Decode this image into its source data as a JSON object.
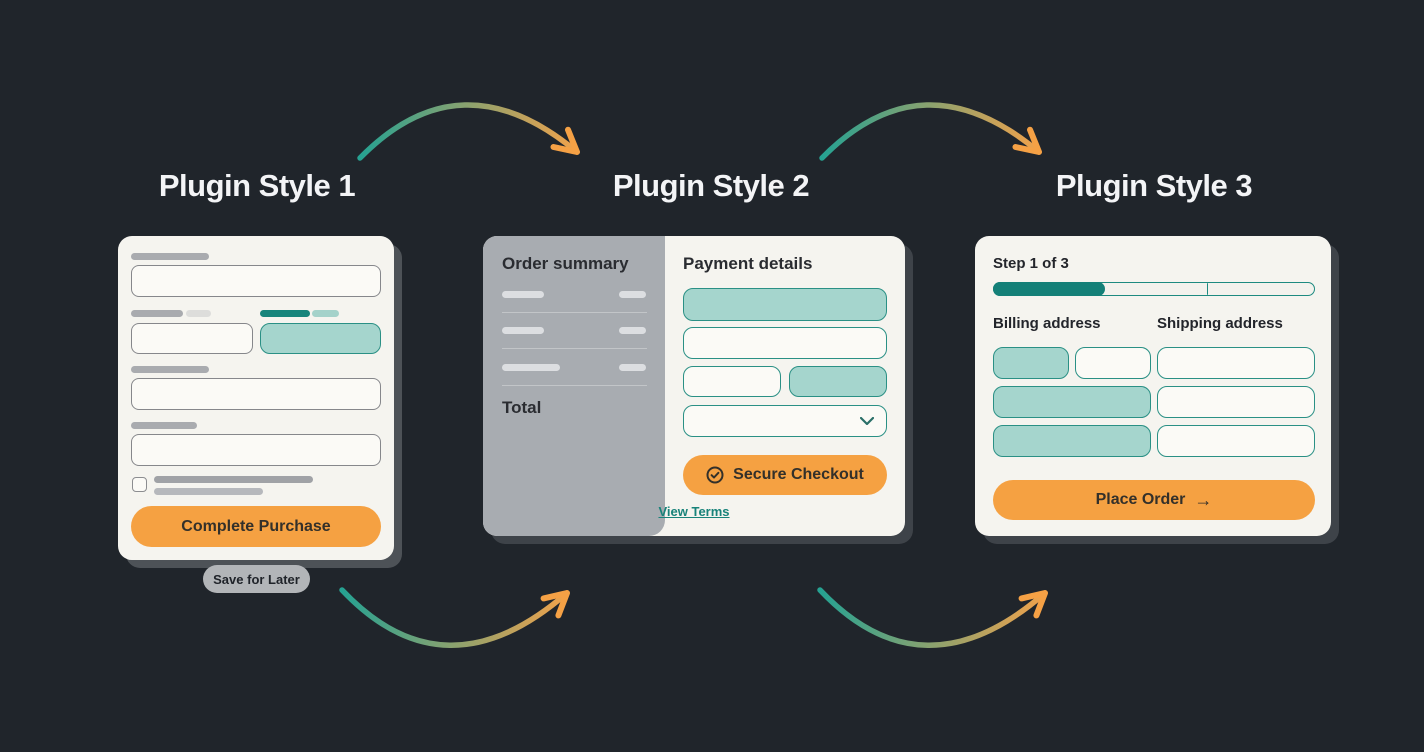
{
  "colors": {
    "background": "#20252b",
    "card_background": "#f5f4ef",
    "panel_gray": "#a8acb1",
    "accent_teal_dark": "#17857c",
    "accent_teal_fill": "#a5d5cd",
    "accent_orange": "#f5a142",
    "link_teal": "#18837a",
    "title_text": "#f3f4f6"
  },
  "titles": {
    "style1": "Plugin Style 1",
    "style2": "Plugin Style 2",
    "style3": "Plugin Style 3"
  },
  "card1": {
    "button_label": "Complete Purchase",
    "save_label": "Save for Later"
  },
  "card2": {
    "summary_title": "Order summary",
    "total_label": "Total",
    "payment_title": "Payment details",
    "checkout_label": "Secure Checkout",
    "terms_label": "View Terms"
  },
  "card3": {
    "step_label": "Step 1 of 3",
    "progress_percent": 33,
    "progress_segments": 3,
    "billing_title": "Billing address",
    "shipping_title": "Shipping address",
    "order_label": "Place Order",
    "order_arrow": "→"
  },
  "icons": {
    "secure_checkout": "check-circle-icon",
    "payment_dropdown": "chevron-down-icon",
    "flow_arrows": "curved-gradient-arrow-icon"
  }
}
